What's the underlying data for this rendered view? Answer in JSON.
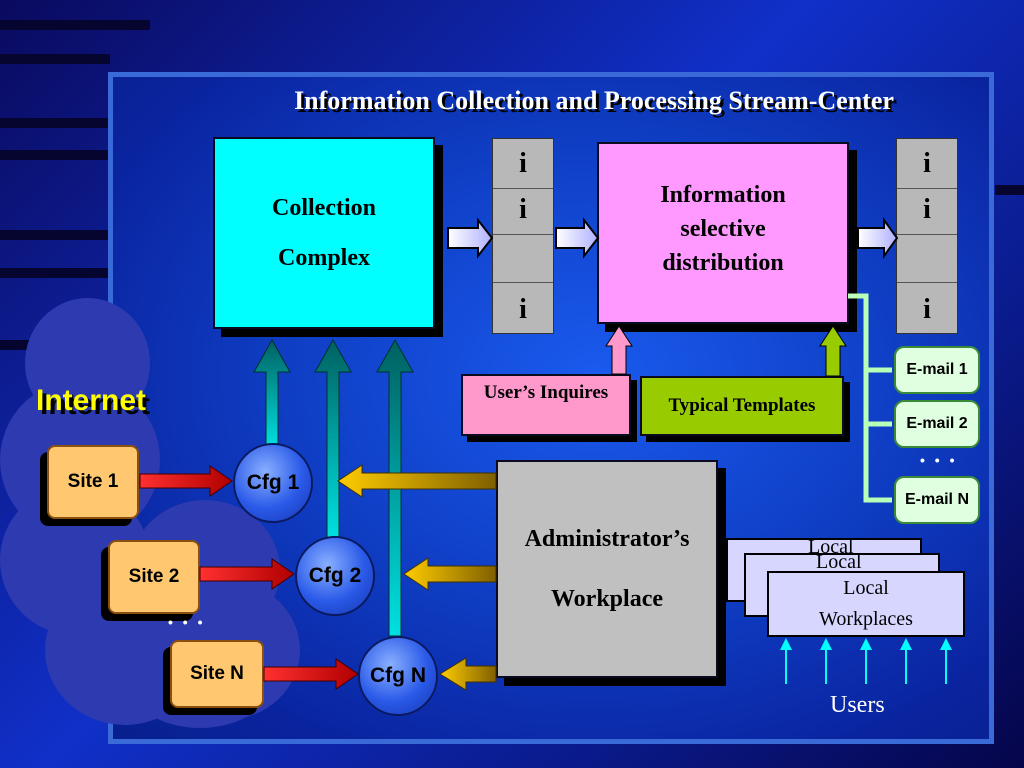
{
  "title": "Information Collection and Processing Stream-Center",
  "collection_complex": {
    "line1": "Collection",
    "line2": "Complex"
  },
  "queue_symbol": "i",
  "info_distribution": {
    "line1": "Information",
    "line2": "selective",
    "line3": "distribution"
  },
  "users_inquires": "User’s Inquires",
  "typical_templates": "Typical Templates",
  "internet_label": "Internet",
  "sites": [
    "Site 1",
    "Site 2",
    "Site N"
  ],
  "cfgs": [
    "Cfg 1",
    "Cfg 2",
    "Cfg N"
  ],
  "ellipsis": "• • •",
  "admin_workplace": {
    "line1": "Administrator’s",
    "line2": "Workplace"
  },
  "emails": [
    "E-mail 1",
    "E-mail 2",
    "E-mail N"
  ],
  "local_workplaces": {
    "back_label": "Local",
    "front_line1": "Local",
    "front_line2": "Workplaces"
  },
  "users_label": "Users",
  "colors": {
    "cyan": "#00ffff",
    "pink": "#ff99ff",
    "light_pink": "#ff99cc",
    "olive": "#99cc00",
    "gray": "#c0c0c0",
    "orange": "#ffc870",
    "email_bg": "#e0ffe0",
    "lavender": "#d6d6ff",
    "teal_arrow": "#00c8c8",
    "red_arrow": "#e01010",
    "gold_arrow": "#e0b000"
  },
  "icons": [
    "right-arrow-icon",
    "up-arrow-icon",
    "left-arrow-icon",
    "cloud-icon"
  ]
}
